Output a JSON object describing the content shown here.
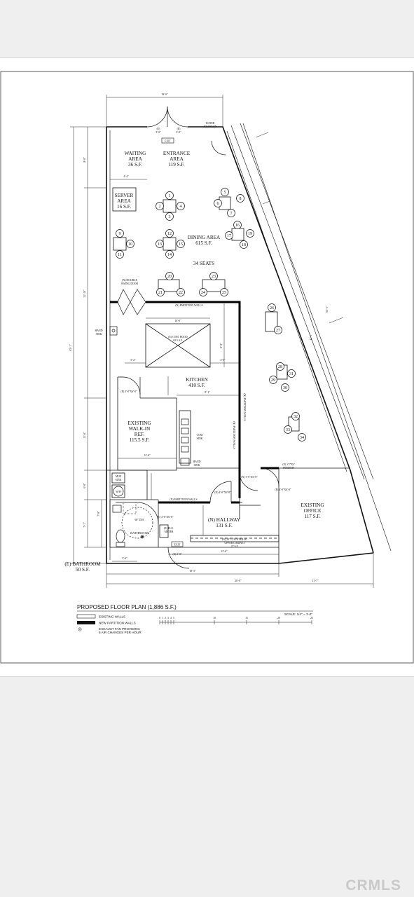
{
  "plan": {
    "title": "PROPOSED FLOOR PLAN (1,886 S.F.)",
    "scale": "SCALE: 1/4\" = 1'-0\"",
    "scale_ticks": [
      "0",
      "1",
      "2",
      "3",
      "4",
      "5",
      "10",
      "15",
      "20",
      "25"
    ],
    "legend": {
      "existing_walls": "EXISTING WALLS",
      "new_partition_walls": "NEW PARTITION WALLS",
      "exhaust_line1": "EXHAUST FAN PROVIDING",
      "exhaust_line2": "5 AIR CHANGES PER HOUR"
    },
    "rooms": {
      "waiting_name1": "WAITING",
      "waiting_name2": "AREA",
      "waiting_sf": "36 S.F.",
      "entrance_name1": "ENTRANCE",
      "entrance_name2": "AREA",
      "entrance_sf": "119 S.F.",
      "server_name1": "SERVER",
      "server_name2": "AREA",
      "server_sf": "16 S.F.",
      "dining_name": "DINING AREA",
      "dining_sf": "615 S.F.",
      "dining_seats": "34 SEATS",
      "kitchen_name": "KITCHEN",
      "kitchen_sf": "410 S.F.",
      "walkin_name1": "EXISTING",
      "walkin_name2": "WALK-IN",
      "walkin_name3": "REF.",
      "walkin_sf": "115.5 S.F.",
      "hallway_name": "(N) HALLWAY",
      "hallway_sf": "131 S.F.",
      "office_name1": "EXISTING",
      "office_name2": "OFFICE",
      "office_sf": "117 S.F.",
      "bathroom_name": "BATHROOM",
      "e_bathroom_name": "(E) BATHROOM",
      "e_bathroom_sf": "50 S.F."
    },
    "notes": {
      "exit": "EXIT",
      "water_fountain1": "WATER",
      "water_fountain2": "FOUNTAIN",
      "door_e1": "(E)",
      "door_e1_size": "3'-0\"",
      "door_e2": "(E)",
      "door_e2_size": "3'-0\"",
      "double_swing1": "(N) DOUBLE",
      "double_swing2": "SWING DOOR",
      "partition_walls": "(N) PARTITION WALLS",
      "partition_walls_low": "(N) PARTITION WALLS",
      "partition_walls_vert": "(N) PARTITION WALLS",
      "partition_walls_vert2": "(N) PARTITION WALLS",
      "hand_sink1": "HAND",
      "hand_sink2": "SINK",
      "hand_sink_b1": "HAND",
      "hand_sink_b2": "SINK",
      "hood": "(E) COM. HOOD",
      "hood_sf": "62.5 S.F.",
      "com_sink1": "COM",
      "com_sink2": "SINK",
      "mop_sink1": "MOP",
      "mop_sink2": "SINK",
      "wh": "W/H",
      "ada": "60\" DIA",
      "elec_meter1": "(E) ELE.",
      "elec_meter2": "METER",
      "exit_sign": "EXIT",
      "counter1": "(N) 24\" COUNTER W/",
      "counter2": "UPPER CABINET",
      "counter3": "27 S.F.",
      "window1": "(E) 1'2\"X4'",
      "window2": "WINDOW",
      "door_walkin": "(E) 3'-0\"X6'-8\"",
      "door_bath": "(E) 2'-8\"X6'-8\"",
      "door_hall": "(N) 4'-0\"X6'-8\"",
      "door_office": "(N) 3'-0\"X6'-8\"",
      "door_office2": "(E) 4'-0\"X6'-8\"",
      "door_back": "(E) 3'-0\"",
      "dim_top": "19'-0\"",
      "dim_bottom": "26'-0\"",
      "dim_left_total": "63'-1\"",
      "dim_8": "8'-0\"",
      "dim_31": "31'-10\"",
      "dim_11": "11'-0\"",
      "dim_6": "6'-0\"",
      "dim_7a": "7'-1\"",
      "dim_7b": "7'-0\"",
      "dim_5_6": "5'-6\"",
      "dim_12_6": "12'-6\"",
      "dim_13_6": "13'-6\"",
      "dim_11_7": "11'-7\"",
      "dim_18": "18'-5\"",
      "dim_4_4": "4'-4\"",
      "dim_10": "10'-0\"",
      "dim_5_2": "5'-2\"",
      "dim_8_3": "8'-3\"",
      "dim_4_0": "4'-0\"",
      "dim_8_1": "8'-1\"",
      "dim_diag1": "65'-1\"",
      "dim_diag2": "41'-1\""
    },
    "seats": [
      "1",
      "2",
      "3",
      "4",
      "5",
      "6",
      "7",
      "8",
      "9",
      "10",
      "11",
      "12",
      "13",
      "14",
      "15",
      "16",
      "17",
      "18",
      "19",
      "20",
      "21",
      "22",
      "23",
      "24",
      "25",
      "26",
      "27",
      "28",
      "29",
      "30",
      "31",
      "32",
      "33",
      "34"
    ]
  },
  "watermark": "CRMLS"
}
